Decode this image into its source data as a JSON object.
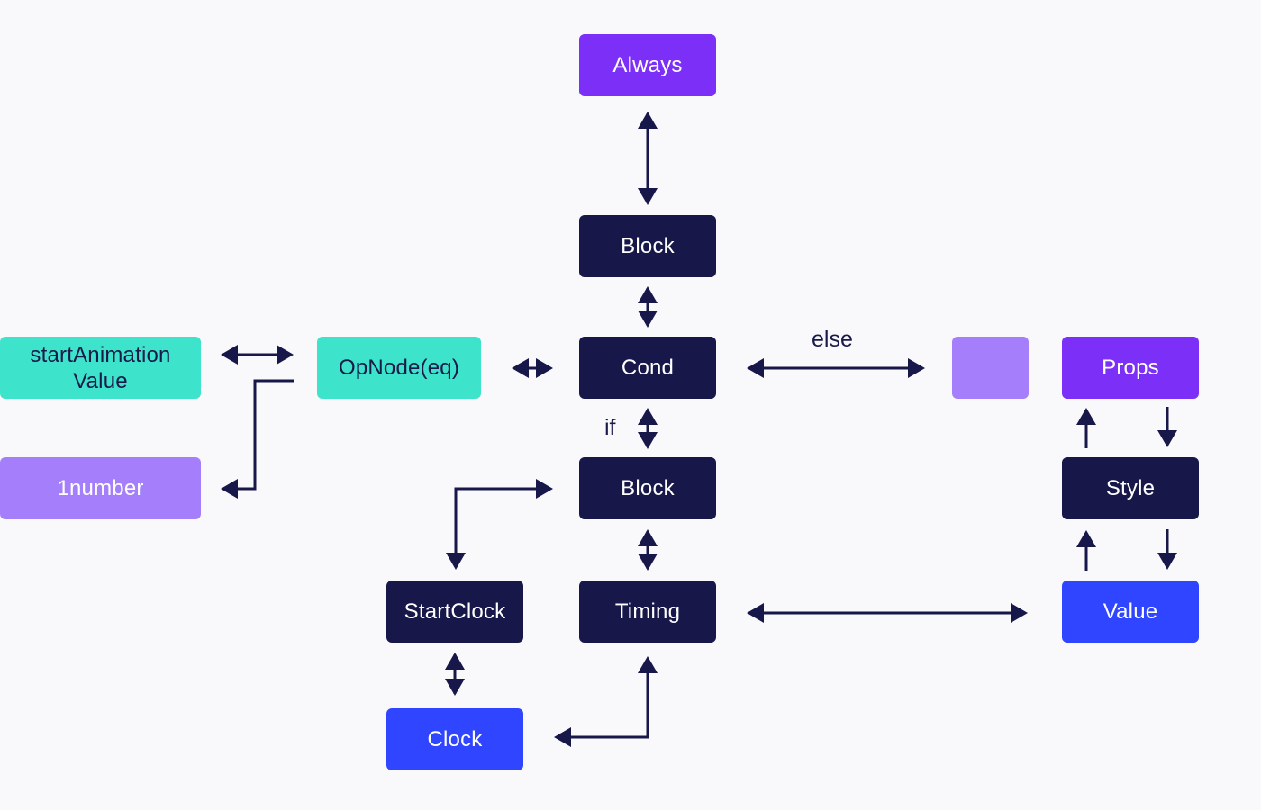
{
  "colors": {
    "navy": "#17174A",
    "purple": "#7B2FF7",
    "lavender": "#A57FFB",
    "teal": "#3EE3CB",
    "blue": "#2F45FF",
    "arrow": "#17174A"
  },
  "nodes": {
    "always": "Always",
    "block_top": "Block",
    "cond": "Cond",
    "opnode": "OpNode(eq)",
    "start_animation": "startAnimation Value",
    "one_number": "1number",
    "empty": "",
    "props": "Props",
    "block_mid": "Block",
    "style": "Style",
    "start_clock": "StartClock",
    "timing": "Timing",
    "value": "Value",
    "clock": "Clock"
  },
  "edge_labels": {
    "else": "else",
    "if": "if"
  }
}
